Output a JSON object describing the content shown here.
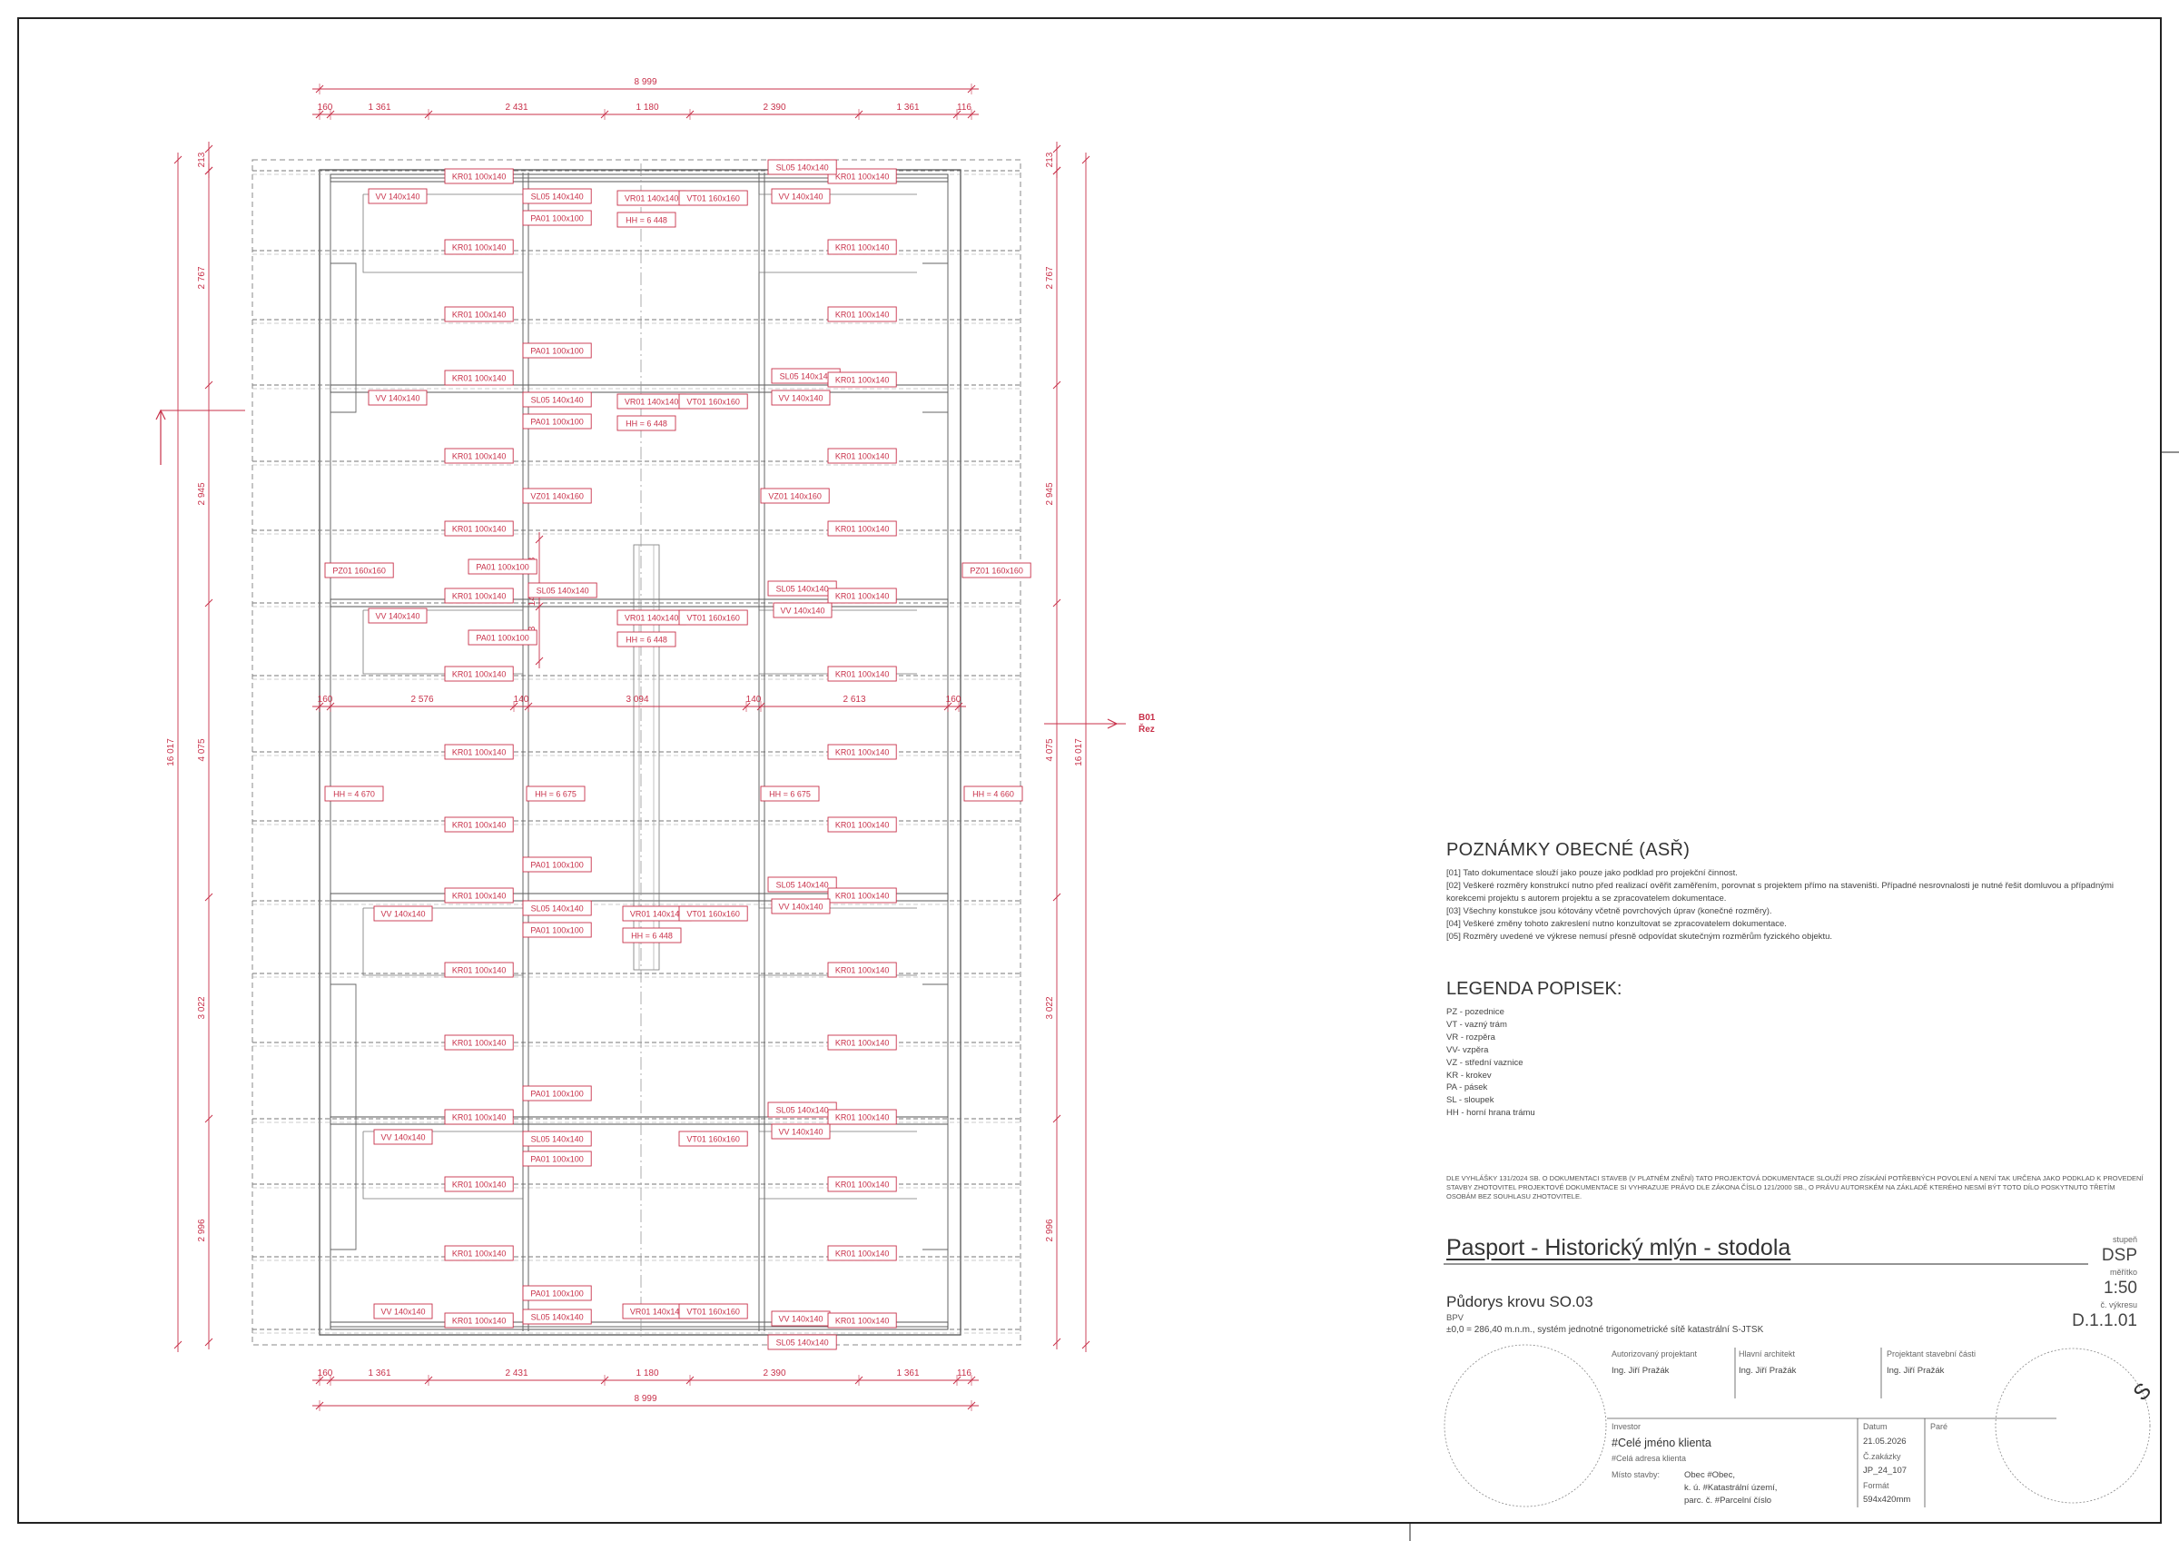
{
  "drawing": {
    "overall_width": "8 999",
    "top_dims": [
      "160",
      "1 361",
      "2 431",
      "1 180",
      "2 390",
      "1 361",
      "116"
    ],
    "mid_dims": [
      "160",
      "2 576",
      "140",
      "3 094",
      "140",
      "2 613",
      "160"
    ],
    "bottom_dims": [
      "160",
      "1 361",
      "2 431",
      "1 180",
      "2 390",
      "1 361",
      "116"
    ],
    "left_outer": "16 017",
    "left_bays": [
      "2 767",
      "2 945",
      "4 075",
      "3 022",
      "2 996"
    ],
    "right_outer": "16 017",
    "right_bays": [
      "2 767",
      "2 945",
      "4 075",
      "3 022",
      "2 996"
    ],
    "top_offset_left": "213",
    "top_offset_right": "213",
    "section_marker": {
      "number": "B01",
      "label": "Řez"
    },
    "small_dims": [
      "783",
      "140",
      "783"
    ]
  },
  "labels": {
    "kr": "KR01 100x140",
    "vv": "VV 140x140",
    "sl": "SL05 140x140",
    "pa": "PA01 100x100",
    "vr": "VR01 140x140",
    "vt": "VT01 160x160",
    "vz": "VZ01 140x160",
    "pz": "PZ01 160x160",
    "hh6448": "HH = 6 448",
    "hh4670": "HH = 4 670",
    "hh6675": "HH = 6 675",
    "hh4660": "HH = 4 660"
  },
  "notes": {
    "title": "POZNÁMKY OBECNÉ (ASŘ)",
    "items": [
      "[01] Tato dokumentace slouží jako pouze jako podklad pro projekční činnost.",
      "[02] Veškeré rozměry konstrukcí nutno před realizací ověřit zaměřením, porovnat s projektem přímo na staveništi. Případné nesrovnalosti je nutné řešit domluvou a případnými korekcemi projektu s autorem projektu a se zpracovatelem dokumentace.",
      "[03] Všechny konstukce jsou kótovány včetně povrchových úprav (konečné rozměry).",
      "[04] Veškeré změny tohoto zakreslení nutno konzultovat se zpracovatelem dokumentace.",
      "[05] Rozměry uvedené ve výkrese nemusí přesně odpovídat skutečným rozměrům fyzického objektu."
    ]
  },
  "legend": {
    "title": "LEGENDA POPISEK:",
    "items": [
      "PZ - pozednice",
      "VT - vazný trám",
      "VR - rozpěra",
      "VV- vzpěra",
      "VZ - střední vaznice",
      "KR - krokev",
      "PA - pásek",
      "SL - sloupek",
      "HH - horní hrana trámu"
    ]
  },
  "disclaimer": "DLE VYHLÁŠKY 131/2024 SB. O DOKUMENTACI STAVEB (V PLATNÉM ZNĚNÍ) TATO PROJEKTOVÁ DOKUMENTACE SLOUŽÍ PRO ZÍSKÁNÍ POTŘEBNÝCH POVOLENÍ A NENÍ TAK URČENA JAKO PODKLAD K PROVEDENÍ STAVBY ZHOTOVITEL PROJEKTOVÉ DOKUMENTACE SI VYHRAZUJE PRÁVO DLE ZÁKONA ČÍSLO 121/2000 SB., O PRÁVU AUTORSKÉM NA ZÁKLADĚ KTERÉHO NESMÍ BÝT TOTO DÍLO POSKYTNUTO TŘETÍM OSOBÁM BEZ SOUHLASU ZHOTOVITELE.",
  "title_block": {
    "project_title": "Pasport - Historický mlýn - stodola",
    "plan_title": "Půdorys krovu SO.03",
    "plan_sub1": "BPV",
    "plan_sub2": "±0,0 = 286,40 m.n.m., systém jednotné trigonometrické sítě katastrální S-JTSK",
    "stage_label": "stupeň",
    "stage_value": "DSP",
    "scale_label": "měřítko",
    "scale_value": "1:50",
    "drawing_no_label": "č. výkresu",
    "drawing_no": "D.1.1.01",
    "auth_designer_label": "Autorizovaný projektant",
    "auth_designer": "Ing. Jiří Pražák",
    "chief_architect_label": "Hlavní architekt",
    "chief_architect": "Ing. Jiří Pražák",
    "part_designer_label": "Projektant stavební části",
    "part_designer": "Ing. Jiří Pražák",
    "investor_label": "Investor",
    "investor_name": "#Celé jméno klienta",
    "investor_address": "#Celá adresa klienta",
    "site_label": "Místo stavby:",
    "site_line1": "Obec #Obec,",
    "site_line2": "k. ú. #Katastrální území,",
    "site_line3": "parc. č. #Parcelní číslo",
    "date_label": "Datum",
    "date_value": "21.05.2026",
    "order_label": "Č.zakázky",
    "order_value": "JP_24_107",
    "format_label": "Formát",
    "format_value": "594x420mm",
    "copies_label": "Paré",
    "north_symbol": "S"
  }
}
